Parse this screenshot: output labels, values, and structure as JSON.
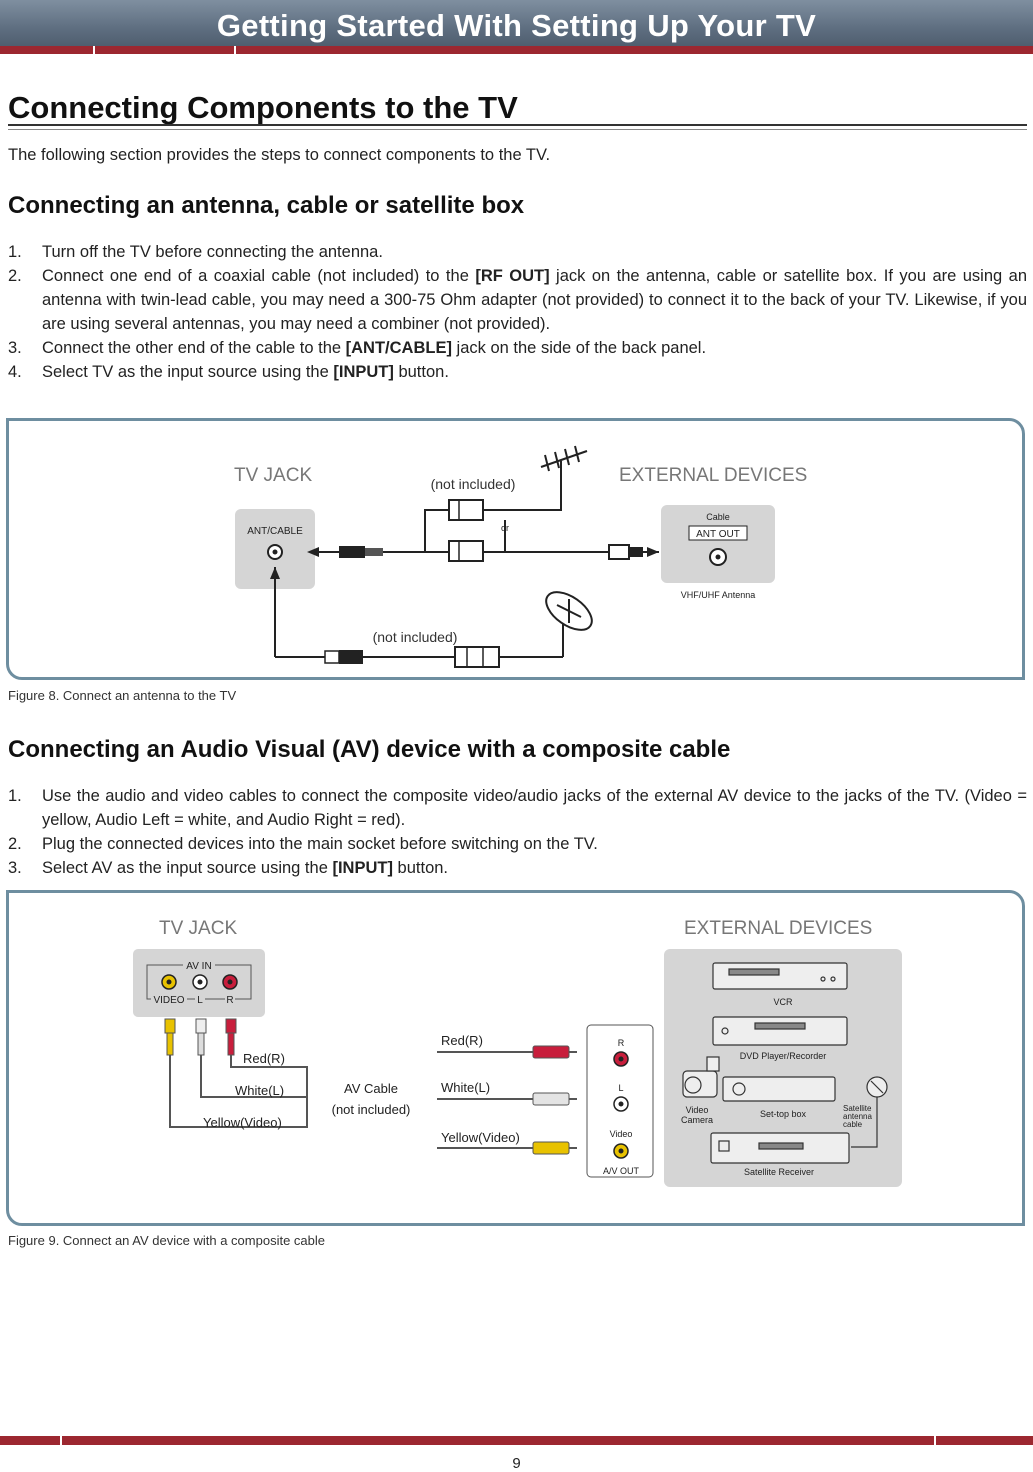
{
  "header": {
    "title": "Getting Started With Setting Up Your TV"
  },
  "section": {
    "title": "Connecting Components to the TV",
    "intro": "The following section provides the steps to connect components to the TV."
  },
  "antenna": {
    "heading": "Connecting an antenna, cable or satellite box",
    "steps": [
      {
        "num": "1.",
        "before": "Turn off the TV before connecting the antenna.",
        "bold": "",
        "after": ""
      },
      {
        "num": "2.",
        "before": "Connect one end of a coaxial cable (not included) to the ",
        "bold": "[RF OUT]",
        "after": " jack on the antenna, cable or satellite box. If you are using an antenna with twin-lead cable, you may need a 300-75 Ohm adapter (not provided) to connect it to the back of your TV. Likewise, if you are using several antennas, you may need a combiner (not provided)."
      },
      {
        "num": "3.",
        "before": "Connect the other end of the cable to the ",
        "bold": "[ANT/CABLE]",
        "after": " jack on the side of the back panel."
      },
      {
        "num": "4.",
        "before": "Select TV as the input source using the ",
        "bold": "[INPUT]",
        "after": " button."
      }
    ],
    "figure": {
      "tv_jack": "TV JACK",
      "external": "EXTERNAL DEVICES",
      "port": "ANT/CABLE",
      "not_included_1": "(not included)",
      "not_included_2": "(not included)",
      "or": "or",
      "cable": "Cable",
      "ant_out": "ANT OUT",
      "vhf": "VHF/UHF Antenna"
    },
    "caption": "Figure 8. Connect an antenna to the TV"
  },
  "av": {
    "heading": "Connecting an Audio Visual (AV) device with a composite cable",
    "steps": [
      {
        "num": "1.",
        "before": "Use the audio and video cables to connect the composite video/audio jacks of the external AV device to the jacks of the TV. (Video = yellow, Audio Left = white, and Audio Right = red).",
        "bold": "",
        "after": ""
      },
      {
        "num": "2.",
        "before": "Plug the connected devices into the main socket before switching on the TV.",
        "bold": "",
        "after": ""
      },
      {
        "num": "3.",
        "before": "Select AV as the input source using the ",
        "bold": "[INPUT]",
        "after": " button."
      }
    ],
    "figure": {
      "tv_jack": "TV JACK",
      "external": "EXTERNAL DEVICES",
      "av_in": "AV IN",
      "video": "VIDEO",
      "l": "L",
      "r": "R",
      "red_left": "Red(R)",
      "white_left": "White(L)",
      "yellow_left": "Yellow(Video)",
      "av_cable": "AV Cable",
      "not_included": "(not included)",
      "red_right": "Red(R)",
      "white_right": "White(L)",
      "yellow_right": "Yellow(Video)",
      "out_r": "R",
      "out_l": "L",
      "out_video": "Video",
      "av_out": "A/V OUT",
      "vcr": "VCR",
      "dvd": "DVD Player/Recorder",
      "video_camera_1": "Video",
      "video_camera_2": "Camera",
      "settop": "Set-top box",
      "sat_cable_1": "Satellite",
      "sat_cable_2": "antenna",
      "sat_cable_3": "cable",
      "sat_receiver": "Satellite Receiver"
    },
    "caption": "Figure 9. Connect an AV device with a composite cable"
  },
  "footer": {
    "page": "9"
  },
  "colors": {
    "banner": "#5e6e80",
    "accent_red": "#9c2730",
    "figure_border": "#6e8ea0"
  }
}
